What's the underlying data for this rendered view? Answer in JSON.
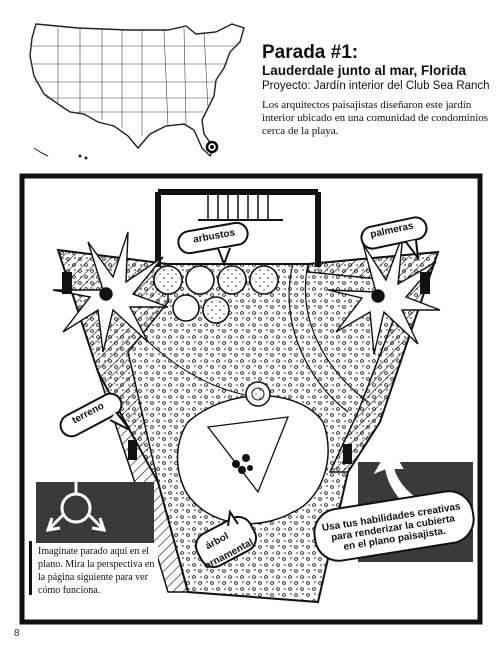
{
  "header": {
    "title": "Parada #1:",
    "subtitle": "Lauderdale junto al mar, Florida",
    "project": "Proyecto: Jardín interior del Club Sea Ranch",
    "description": "Los arquitectos paisajistas diseñaron este jardín interior ubicado en una comunidad de condominios cerca de la playa."
  },
  "labels": {
    "arbustos": "arbustos",
    "palmeras": "palmeras",
    "terreno": "terreno",
    "arbol_line1": "árbol",
    "arbol_line2": "ornamental"
  },
  "note": "Imagínate parado aquí en el plano. Mira la perspectiva en la página siguiente para ver cómo funciona.",
  "instruction": {
    "line1": "Usa tus habilidades creativas",
    "line2": "para renderizar la cubierta",
    "line3": "en el plano paisajista."
  },
  "page_number": "8"
}
